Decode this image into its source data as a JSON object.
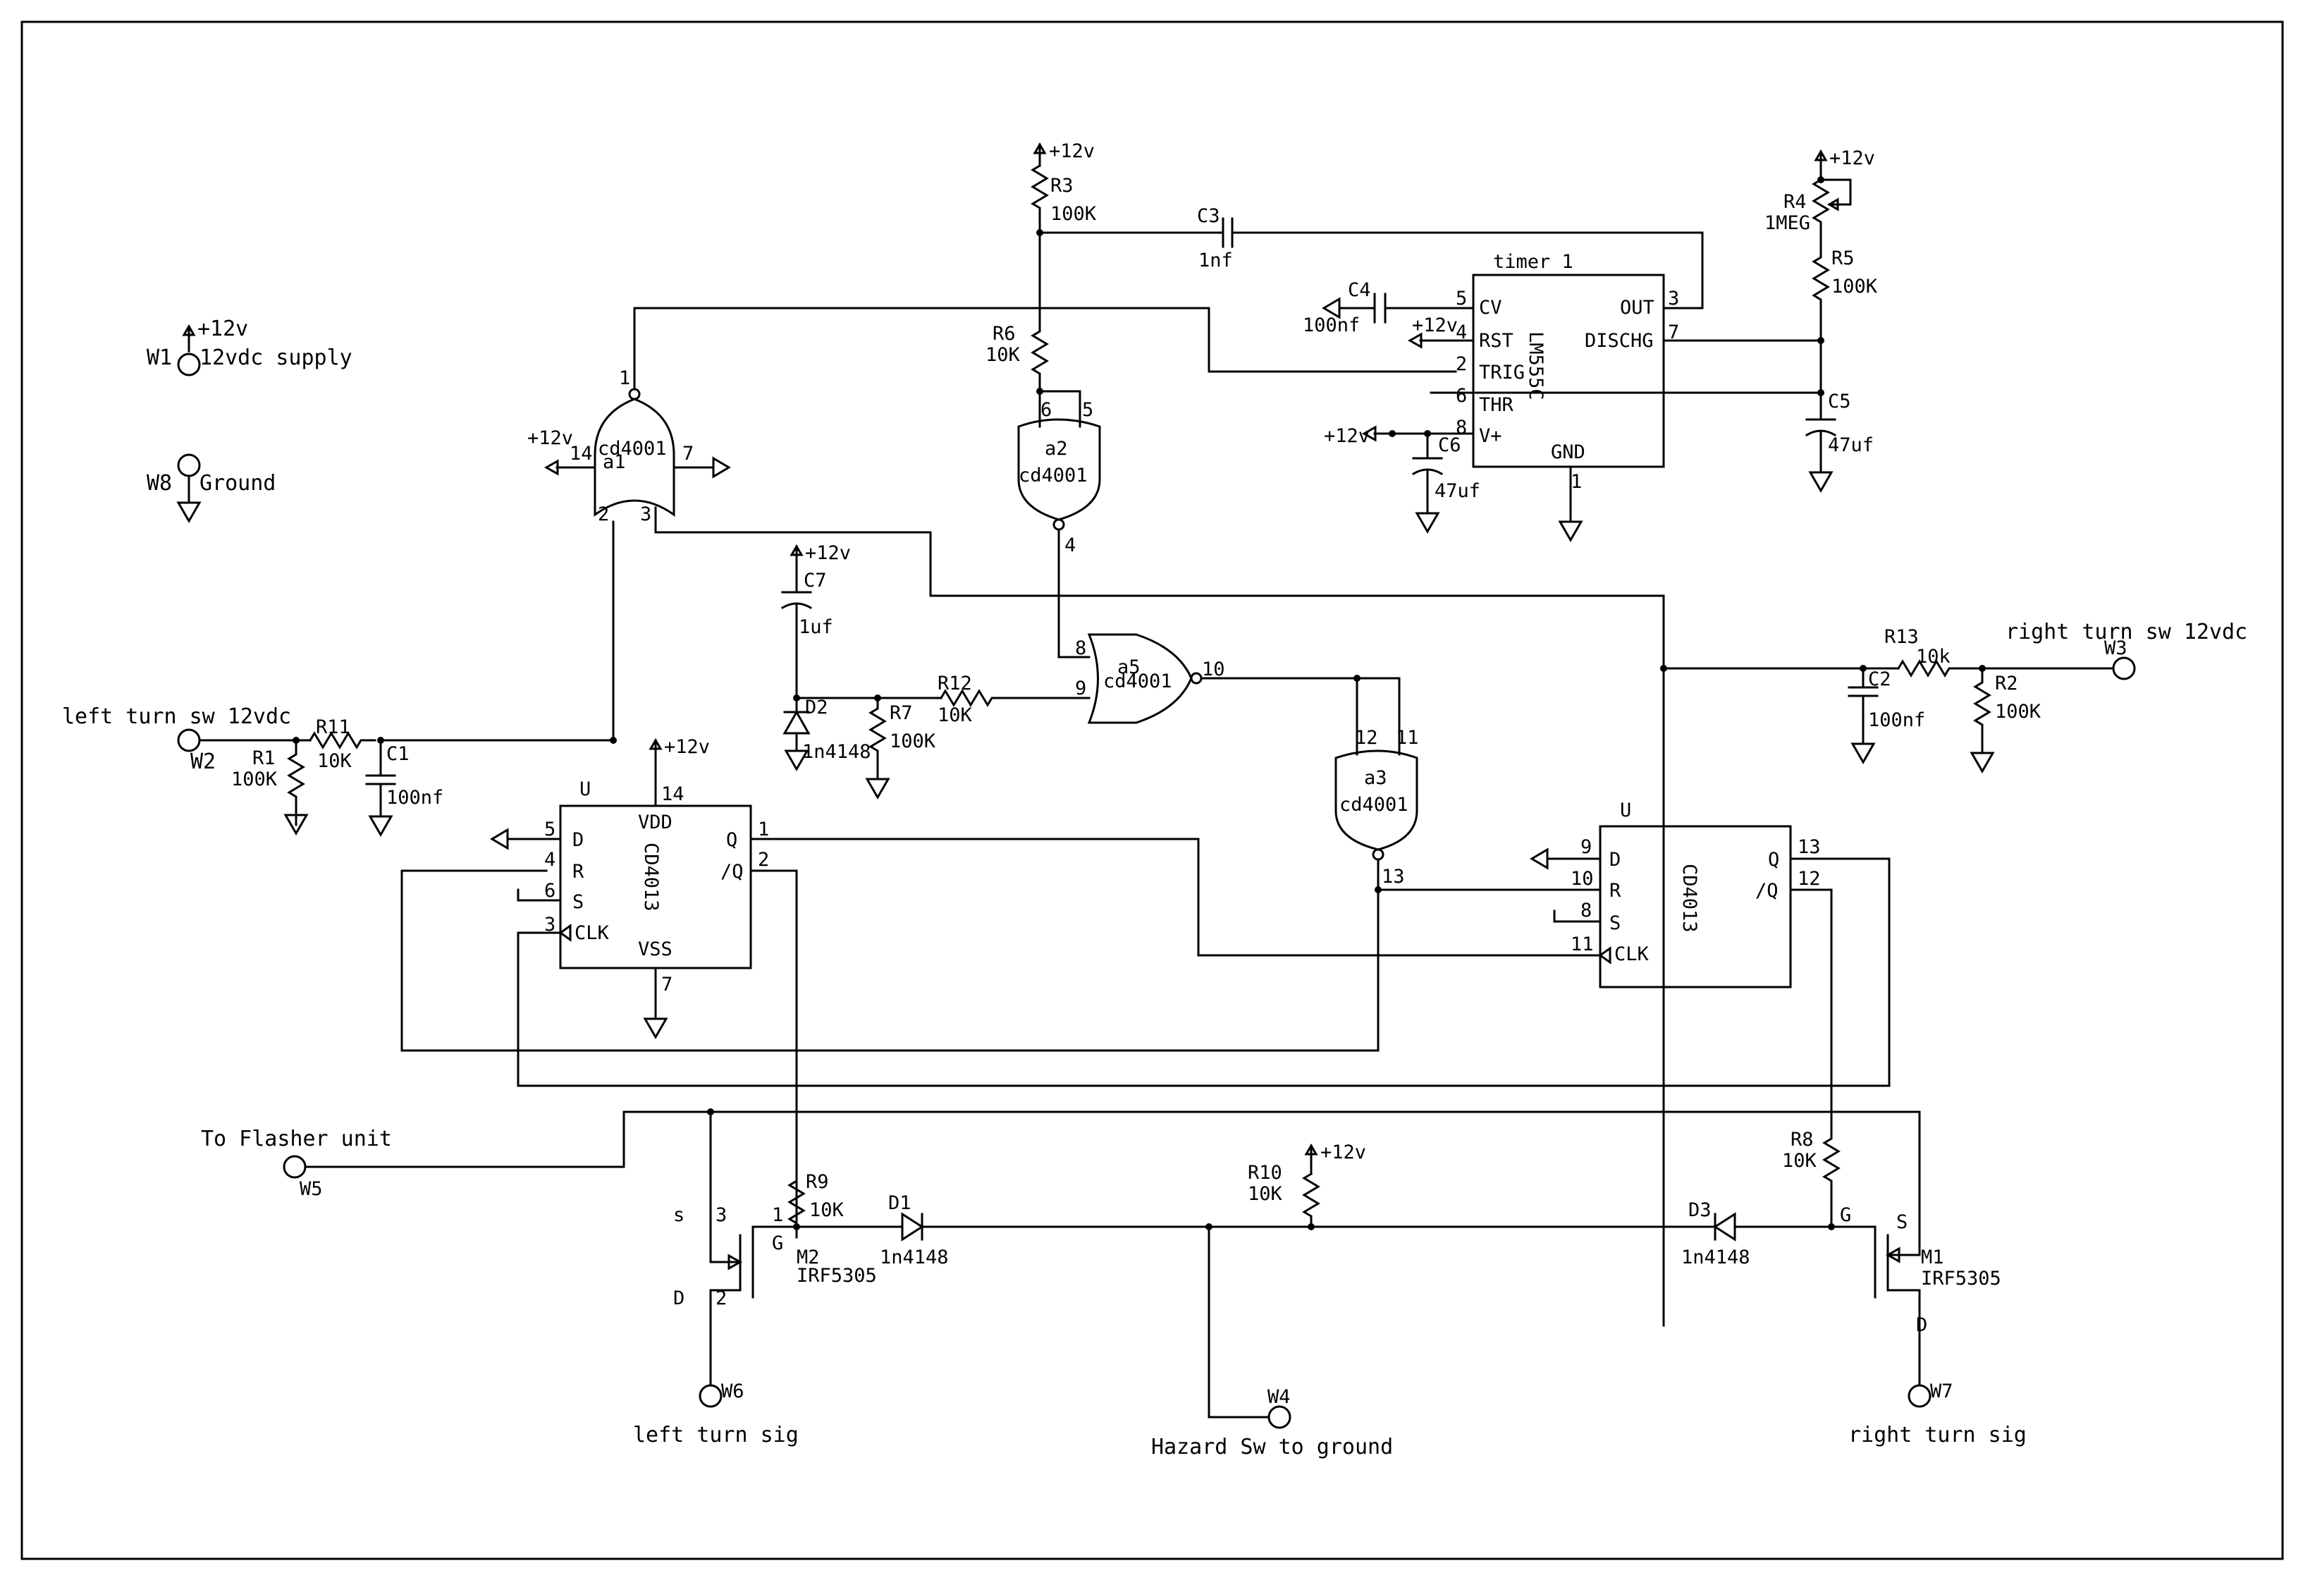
{
  "labels": {
    "w1": "W1",
    "w1_desc": "12vdc supply",
    "w8": "W8",
    "w8_desc": "Ground",
    "w2": "W2",
    "w2_desc": "left turn sw 12vdc",
    "w3": "W3",
    "w3_desc": "right turn sw 12vdc",
    "w4": "W4",
    "w4_desc": "Hazard Sw to ground",
    "w5": "W5",
    "w5_desc": "To Flasher unit",
    "w6": "W6",
    "w6_desc": "left turn sig",
    "w7": "W7",
    "w7_desc": "right turn sig",
    "r1": "R1",
    "r1_val": "100K",
    "r2": "R2",
    "r2_val": "100K",
    "r3": "R3",
    "r3_val": "100K",
    "r4": "R4",
    "r4_val": "1MEG",
    "r5": "R5",
    "r5_val": "100K",
    "r6": "R6",
    "r6_val": "10K",
    "r7": "R7",
    "r7_val": "100K",
    "r8": "R8",
    "r8_val": "10K",
    "r9": "R9",
    "r9_val": "10K",
    "r10": "R10",
    "r10_val": "10K",
    "r11": "R11",
    "r11_val": "10K",
    "r12": "R12",
    "r12_val": "10K",
    "r13": "R13",
    "r13_val": "10k",
    "c1": "C1",
    "c1_val": "100nf",
    "c2": "C2",
    "c2_val": "100nf",
    "c3": "C3",
    "c3_val": "1nf",
    "c4": "C4",
    "c4_val": "100nf",
    "c5": "C5",
    "c5_val": "47uf",
    "c6": "C6",
    "c6_val": "47uf",
    "c7": "C7",
    "c7_val": "1uf",
    "d1": "D1",
    "d1_val": "1n4148",
    "d2": "D2",
    "d2_val": "1n4148",
    "d3": "D3",
    "d3_val": "1n4148",
    "m1": "M1",
    "m1_val": "IRF5305",
    "m2": "M2",
    "m2_val": "IRF5305",
    "plus12": "+12v",
    "gate_type": "cd4001",
    "a1": "a1",
    "a2": "a2",
    "a3": "a3",
    "a5": "a5",
    "ff_type": "CD4013",
    "ff_u": "U",
    "timer_name": "timer 1",
    "timer_chip": "LM555C",
    "pin_d": "D",
    "pin_r": "R",
    "pin_s": "S",
    "pin_clk": "CLK",
    "pin_q": "Q",
    "pin_qn": "/Q",
    "pin_vdd": "VDD",
    "pin_vss": "VSS",
    "t_cv": "CV",
    "t_rst": "RST",
    "t_trig": "TRIG",
    "t_thr": "THR",
    "t_vplus": "V+",
    "t_out": "OUT",
    "t_dischg": "DISCHG",
    "t_gnd": "GND",
    "fet_g": "G",
    "fet_s": "S",
    "fet_d": "D",
    "n1": "1",
    "n2": "2",
    "n3": "3",
    "n4": "4",
    "n5": "5",
    "n6": "6",
    "n7": "7",
    "n8": "8",
    "n9": "9",
    "n10": "10",
    "n11": "11",
    "n12": "12",
    "n13": "13",
    "n14": "14",
    "s_lower": "s"
  }
}
